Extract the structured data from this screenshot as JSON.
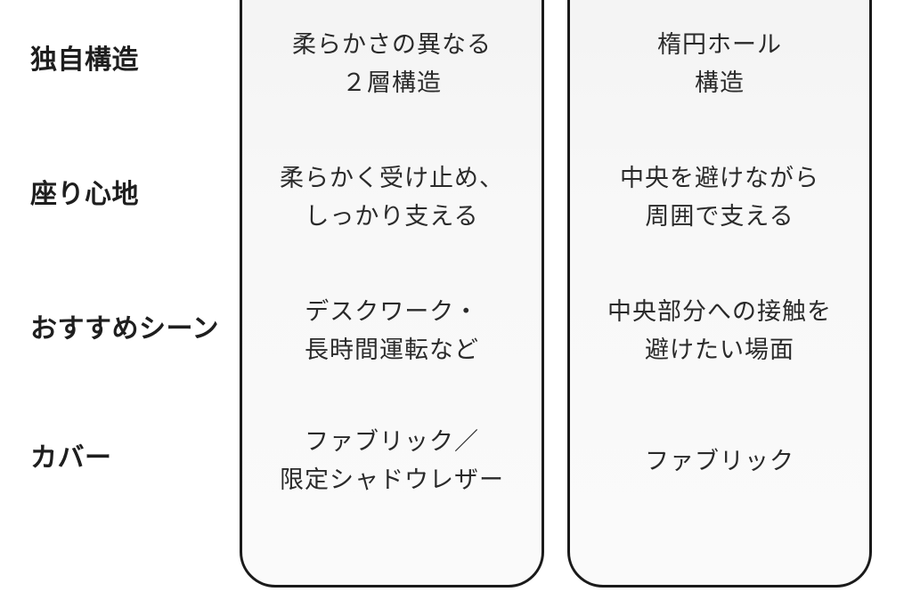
{
  "rows": {
    "structure": "独自構造",
    "comfort": "座り心地",
    "scene": "おすすめシーン",
    "cover": "カバー"
  },
  "left_column": {
    "structure": [
      "柔らかさの異なる",
      "２層構造"
    ],
    "comfort": [
      "柔らかく受け止め、",
      "しっかり支える"
    ],
    "scene": [
      "デスクワーク・",
      "長時間運転など"
    ],
    "cover": [
      "ファブリック／",
      "限定シャドウレザー"
    ]
  },
  "right_column": {
    "structure": [
      "楕円ホール",
      "構造"
    ],
    "comfort": [
      "中央を避けながら",
      "周囲で支える"
    ],
    "scene": [
      "中央部分への接触を",
      "避けたい場面"
    ],
    "cover": [
      "ファブリック"
    ]
  }
}
